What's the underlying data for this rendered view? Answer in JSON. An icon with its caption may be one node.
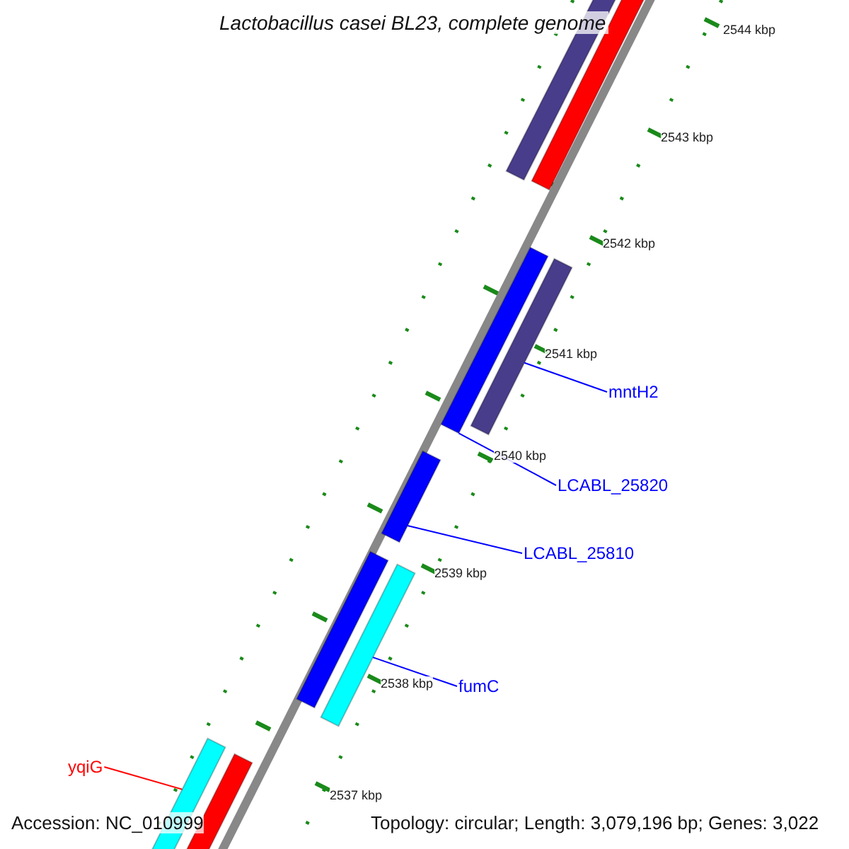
{
  "diagram": {
    "title": "Lactobacillus casei BL23, complete genome",
    "nodes": [
      {
        "text": [],
        "shape": "bar"
      },
      {
        "text": [],
        "shape": "bar"
      },
      {
        "text": [],
        "shape": "bar"
      },
      {
        "text": [],
        "shape": "bar"
      },
      {
        "text": [],
        "shape": "bar"
      },
      {
        "text": [],
        "shape": "bar"
      },
      {
        "text": [],
        "shape": "bar"
      },
      {
        "text": [],
        "shape": "bar"
      },
      {
        "text": [],
        "shape": "bar"
      },
      {
        "text": [
          "mntH2"
        ]
      },
      {
        "text": [
          "LCABL_25820"
        ]
      },
      {
        "text": [
          "LCABL_25810"
        ]
      },
      {
        "text": [
          "fumC"
        ]
      },
      {
        "text": [
          "yqiG"
        ]
      }
    ],
    "edges": [
      {
        "from": 9,
        "to": 3,
        "arrow": "none"
      },
      {
        "from": 10,
        "to": 2,
        "arrow": "none"
      },
      {
        "from": 11,
        "to": 4,
        "arrow": "none"
      },
      {
        "from": 12,
        "to": 6,
        "arrow": "none"
      },
      {
        "from": 13,
        "to": 7,
        "arrow": "none",
        "color": "#ff0000"
      }
    ],
    "labels": [
      "2544 kbp",
      "2543 kbp",
      "2542 kbp",
      "2541 kbp",
      "2540 kbp",
      "2539 kbp",
      "2538 kbp",
      "2537 kbp",
      "Accession: NC_010999",
      "Topology: circular; Length: 3,079,196 bp; Genes: 3,022"
    ]
  }
}
